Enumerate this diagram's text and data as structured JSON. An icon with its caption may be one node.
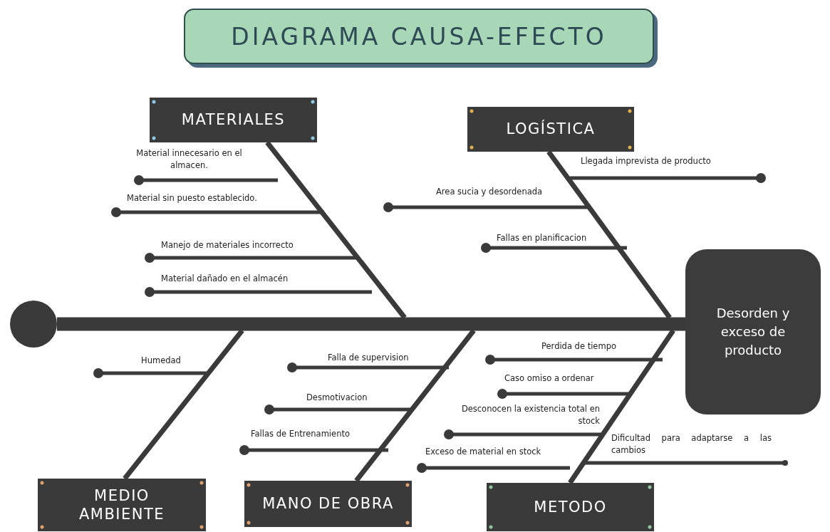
{
  "diagram": {
    "title": "DIAGRAMA CAUSA-EFECTO",
    "nodes": [
      {
        "text": [],
        "shape": "circle"
      },
      {
        "text": [
          "Desorden y exceso de producto"
        ]
      },
      {
        "text": [
          "MATERIALES"
        ]
      },
      {
        "text": [
          "LOGÍSTICA"
        ]
      },
      {
        "text": [
          "MEDIO AMBIENTE"
        ]
      },
      {
        "text": [
          "MANO DE OBRA"
        ]
      },
      {
        "text": [
          "METODO"
        ]
      }
    ],
    "edges": [
      {
        "from": 0,
        "to": 1,
        "arrow": "none",
        "style": "thick"
      },
      {
        "from": 2,
        "to": null,
        "arrow": "none"
      },
      {
        "from": 3,
        "to": null,
        "arrow": "none"
      },
      {
        "from": 4,
        "to": null,
        "arrow": "none"
      },
      {
        "from": 5,
        "to": null,
        "arrow": "none"
      },
      {
        "from": 6,
        "to": null,
        "arrow": "none"
      }
    ],
    "labels": [
      "Material innecesario en el almacen.",
      "Material sin puesto establecido.",
      "Manejo de materiales incorrecto",
      "Material dañado en el almacén",
      "Llegada imprevista de producto",
      "Area sucia y desordenada",
      "Fallas en planificacion",
      "Humedad",
      "Falla de supervision",
      "Desmotivacion",
      "Fallas de Entrenamiento",
      "Perdida de tiempo",
      "Caso omiso a ordenar",
      "Desconocen la existencia total en stock",
      "Exceso de material en stock",
      "Dificultad para adaptarse a las cambios"
    ]
  }
}
